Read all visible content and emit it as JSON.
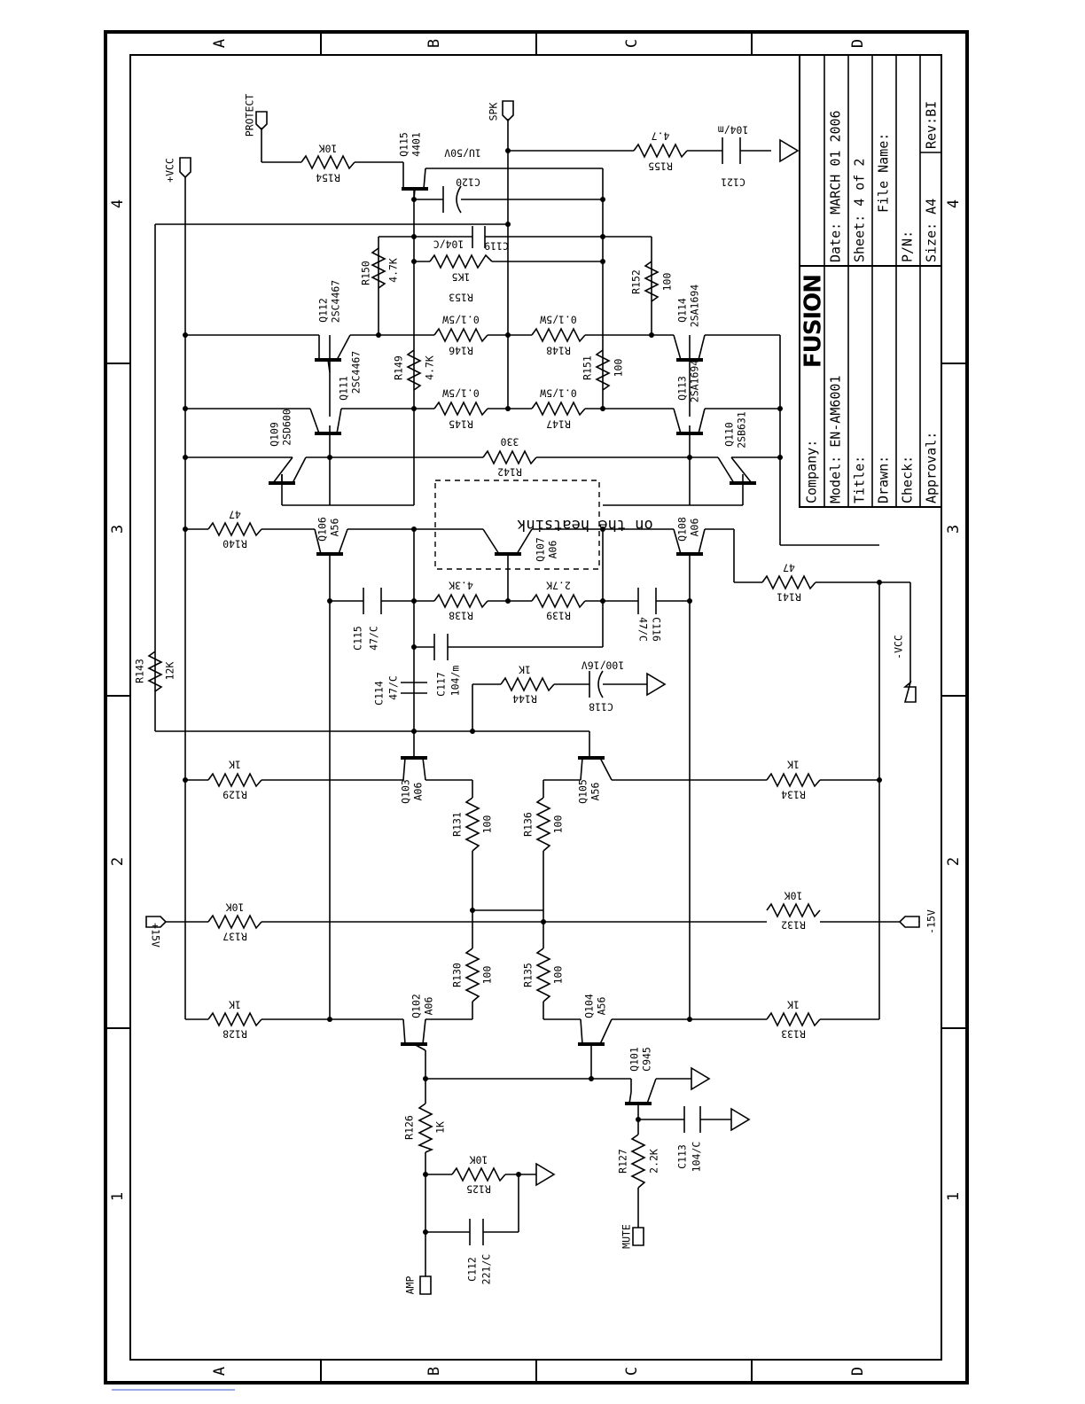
{
  "grid": {
    "columns": [
      "A",
      "B",
      "C",
      "D"
    ],
    "rows": [
      "4",
      "3",
      "2",
      "1"
    ]
  },
  "title_block": {
    "logo": "FUSION",
    "company": "Company:",
    "model": "Model:  EN-AM6001",
    "title": "Title:",
    "drawn": "Drawn:",
    "check": "Check:",
    "approval": "Approval:",
    "date": "Date: MARCH 01 2006",
    "sheet": "Sheet:  4  of  2",
    "file_name": "File  Name:",
    "pn": "P/N:",
    "size": "Size:  A4",
    "rev": "Rev:BI"
  },
  "ports": {
    "vcc_pos": "+VCC",
    "protect": "PROTECT",
    "spk": "SPK",
    "v15_pos": "+15V",
    "vcc_neg": "-VCC",
    "v15_neg": "-15V",
    "amp": "AMP",
    "mute": "MUTE"
  },
  "heatsink_note": "on the heatsink",
  "transistors": {
    "q115": [
      "Q115",
      "4401"
    ],
    "q112": [
      "Q112",
      "2SC4467"
    ],
    "q111": [
      "Q111",
      "2SC4467"
    ],
    "q109": [
      "Q109",
      "2SD600"
    ],
    "q106": [
      "Q106",
      "A56"
    ],
    "q107": [
      "Q107",
      "A06"
    ],
    "q108": [
      "Q108",
      "A06"
    ],
    "q110": [
      "Q110",
      "2SB631"
    ],
    "q113": [
      "Q113",
      "2SA1694"
    ],
    "q114": [
      "Q114",
      "2SA1694"
    ],
    "q103": [
      "Q103",
      "A06"
    ],
    "q105": [
      "Q105",
      "A56"
    ],
    "q102": [
      "Q102",
      "A06"
    ],
    "q104": [
      "Q104",
      "A56"
    ],
    "q101": [
      "Q101",
      "C945"
    ]
  },
  "resistors": {
    "r154": [
      "R154",
      "10K"
    ],
    "r155": [
      "R155",
      "4.7"
    ],
    "r150": [
      "R150",
      "4.7K"
    ],
    "r153": [
      "R153",
      "1K5"
    ],
    "r152": [
      "R152",
      "100"
    ],
    "r149": [
      "R149",
      "4.7K"
    ],
    "r146": [
      "R146",
      "0.1/5W"
    ],
    "r148": [
      "R148",
      "0.1/5W"
    ],
    "r151": [
      "R151",
      "100"
    ],
    "r145": [
      "R145",
      "0.1/5W"
    ],
    "r147": [
      "R147",
      "0.1/5W"
    ],
    "r142": [
      "R142",
      "330"
    ],
    "r140": [
      "R140",
      "47"
    ],
    "r141": [
      "R141",
      "47"
    ],
    "r138": [
      "R138",
      "4.3K"
    ],
    "r139": [
      "R139",
      "2.7K"
    ],
    "r143": [
      "R143",
      "12K"
    ],
    "r144": [
      "R144",
      "1K"
    ],
    "r129": [
      "R129",
      "1K"
    ],
    "r134": [
      "R134",
      "1K"
    ],
    "r131": [
      "R131",
      "100"
    ],
    "r136": [
      "R136",
      "100"
    ],
    "r137": [
      "R137",
      "10K"
    ],
    "r132": [
      "R132",
      "10K"
    ],
    "r130": [
      "R130",
      "100"
    ],
    "r135": [
      "R135",
      "100"
    ],
    "r128": [
      "R128",
      "1K"
    ],
    "r133": [
      "R133",
      "1K"
    ],
    "r126": [
      "R126",
      "1K"
    ],
    "r125": [
      "R125",
      "10K"
    ],
    "r127": [
      "R127",
      "2.2K"
    ]
  },
  "capacitors": {
    "c120": [
      "C120",
      "1U/50V"
    ],
    "c119": [
      "C119",
      "104/C"
    ],
    "c121": [
      "C121",
      "104/m"
    ],
    "c115": [
      "C115",
      "47/C"
    ],
    "c116": [
      "C116",
      "47/C"
    ],
    "c117": [
      "C117",
      "104/m"
    ],
    "c114": [
      "C114",
      "47/C"
    ],
    "c118": [
      "C118",
      "100/16V"
    ],
    "c113": [
      "C113",
      "104/C"
    ],
    "c112": [
      "C112",
      "221/C"
    ]
  }
}
